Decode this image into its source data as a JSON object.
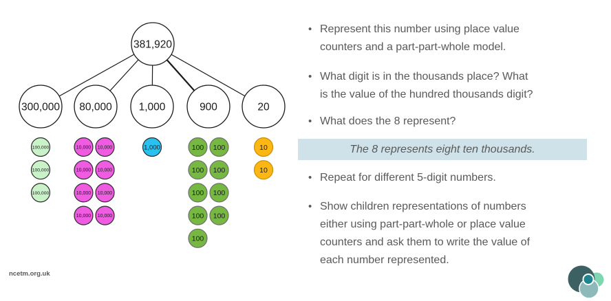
{
  "slide": {
    "background": "#ffffff"
  },
  "diagram": {
    "whole_label": "381,920",
    "parts": [
      {
        "label": "300,000"
      },
      {
        "label": "80,000"
      },
      {
        "label": "1,000"
      },
      {
        "label": "900"
      },
      {
        "label": "20"
      }
    ],
    "counter_groups": [
      {
        "value": "100,000",
        "count": 3,
        "cols": 1,
        "fill": "#c9f2c9",
        "stroke": "#2b2b2b",
        "font_size": 6.8
      },
      {
        "value": "10,000",
        "count": 8,
        "cols": 2,
        "fill": "#ef5ce2",
        "stroke": "#2b2b2b",
        "font_size": 7
      },
      {
        "value": "1,000",
        "count": 1,
        "cols": 1,
        "fill": "#29c2f0",
        "stroke": "#2b2b2b",
        "font_size": 9.5
      },
      {
        "value": "100",
        "count": 9,
        "cols": 2,
        "fill": "#77b843",
        "stroke": "#6e6e6e",
        "font_size": 10.5
      },
      {
        "value": "10",
        "count": 2,
        "cols": 1,
        "fill": "#fdb714",
        "stroke": "#c98d00",
        "font_size": 10.5
      }
    ],
    "line_color": "#1a1a1a",
    "circle_fill": "#ffffff",
    "circle_stroke": "#1a1a1a"
  },
  "panel": {
    "text_color": "#595959",
    "bullet_glyph": "•",
    "bullets": [
      {
        "text": "Represent this number using place value\ncounters and a part-part-whole model."
      },
      {
        "text": "What digit is in the thousands place? What\nis the value of the hundred thousands digit?"
      },
      {
        "text": "What does the 8 represent?"
      },
      {
        "text": "Repeat for different 5-digit numbers."
      },
      {
        "text": "Show children representations of numbers\neither using part-part-whole or place value\ncounters and ask them to write the value of\neach number represented."
      }
    ],
    "answer": {
      "text": "The 8 represents eight ten thousands.",
      "background": "#cfe2e9"
    }
  },
  "footer": {
    "site_text": "ncetm.org.uk"
  },
  "logo": {
    "colors": {
      "dark": "#3d6163",
      "mint": "#7fd7b2",
      "light": "#8db9bb",
      "accent": "#1f8490"
    }
  }
}
